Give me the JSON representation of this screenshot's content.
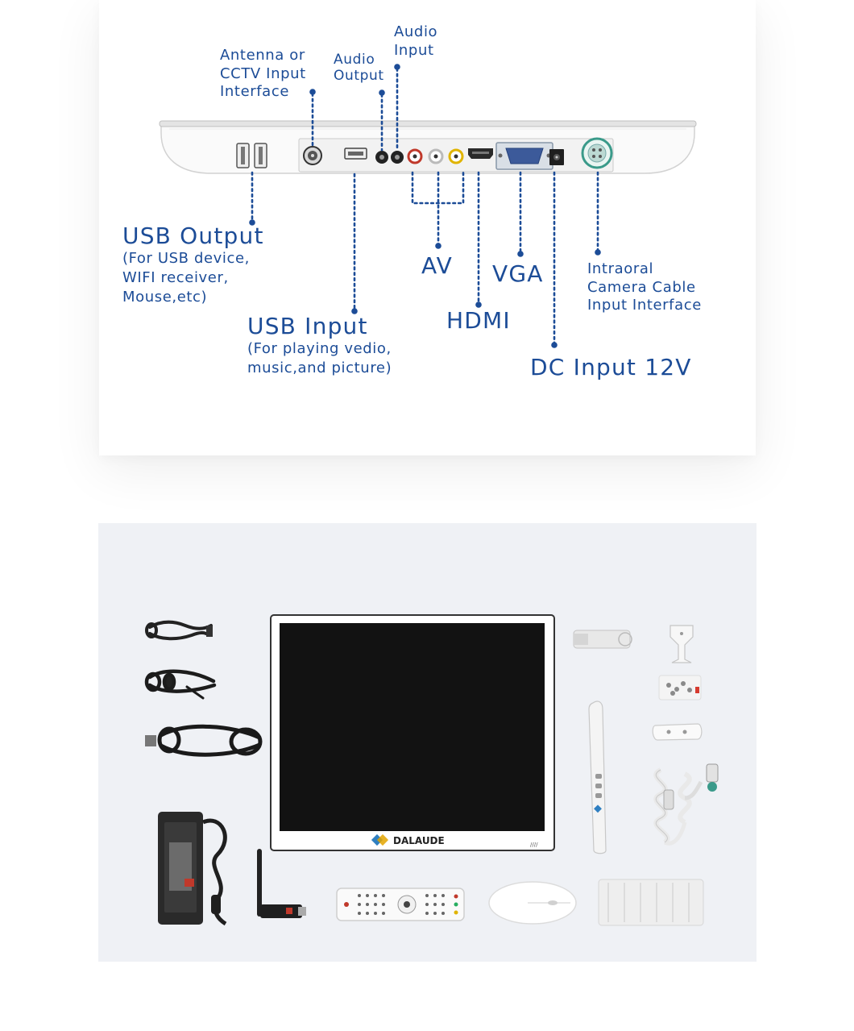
{
  "labels": {
    "antenna": [
      "Antenna or",
      "CCTV Input",
      "Interface"
    ],
    "audio_output": [
      "Audio",
      "Output"
    ],
    "audio_input": [
      "Audio",
      "Input"
    ],
    "usb_output": {
      "title": "USB Output",
      "sub": [
        "(For USB device,",
        "WIFI receiver,",
        "Mouse,etc)"
      ]
    },
    "usb_input": {
      "title": "USB Input",
      "sub": [
        "(For playing vedio,",
        "music,and picture)"
      ]
    },
    "av": "AV",
    "vga": "VGA",
    "hdmi": "HDMI",
    "intraoral": [
      "Intraoral",
      "Camera Cable",
      "Input Interface"
    ],
    "dc_input": "DC Input 12V"
  },
  "brand": "DALAUDE",
  "colors": {
    "label_blue": "#1c4c97",
    "connector_teal": "#3a9a8a",
    "rca_red": "#c0392b",
    "rca_yellow": "#e0b400"
  },
  "icons": [
    "usb-port-icon",
    "coax-port-icon",
    "audio-jack-icon",
    "rca-port-icon",
    "hdmi-port-icon",
    "vga-port-icon",
    "dc-jack-icon",
    "aviation-connector-icon",
    "usb-cable-icon",
    "av-cable-icon",
    "power-cord-icon",
    "power-adapter-icon",
    "wifi-dongle-icon",
    "remote-control-icon",
    "usb-flash-drive-icon",
    "intraoral-camera-icon",
    "coiled-cable-icon",
    "wireless-mouse-icon",
    "mounting-bracket-icon",
    "screws-icon",
    "wall-clip-icon",
    "bag-icon"
  ]
}
